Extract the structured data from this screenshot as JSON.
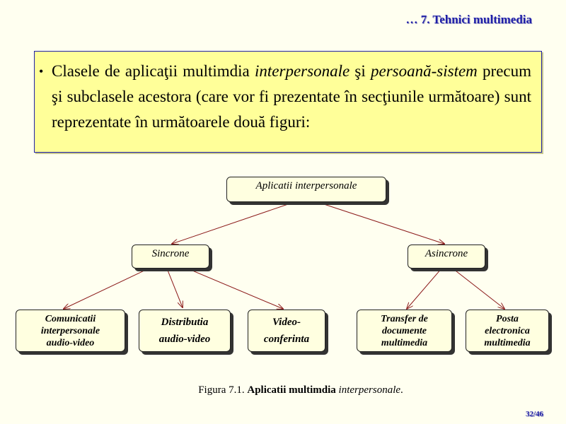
{
  "header": {
    "title": "… 7. Tehnici multimedia"
  },
  "intro": {
    "bullet": "•",
    "part1": "Clasele de aplicaţii multimdia ",
    "emph1": "interpersonale",
    "part2": " şi ",
    "emph2": "persoană-sistem",
    "part3": " precum şi subclasele acestora (care vor fi prezentate în secţiunile următoare) sunt reprezentate în următoarele două figuri:"
  },
  "diagram": {
    "root": "Aplicatii interpersonale",
    "sync": "Sincrone",
    "async": "Asincrone",
    "leaf_comm_1": "Comunicatii",
    "leaf_comm_2": "interpersonale",
    "leaf_comm_3": "audio-video",
    "leaf_dist_1": "Distributia",
    "leaf_dist_2": "audio-video",
    "leaf_video_1": "Video-",
    "leaf_video_2": "conferinta",
    "leaf_transfer_1": "Transfer de",
    "leaf_transfer_2": "documente",
    "leaf_transfer_3": "multimedia",
    "leaf_posta_1": "Posta",
    "leaf_posta_2": "electronica",
    "leaf_posta_3": "multimedia"
  },
  "caption": {
    "prefix": "Figura 7.1.  ",
    "strong": "Aplicatii multimdia",
    "space": " ",
    "em": "interpersonale",
    "suffix": "."
  },
  "footer": {
    "page": "32/46"
  },
  "colors": {
    "accent": "#1f1fa8",
    "box_fill": "#ffff99",
    "arrow": "#8b1a1a"
  }
}
